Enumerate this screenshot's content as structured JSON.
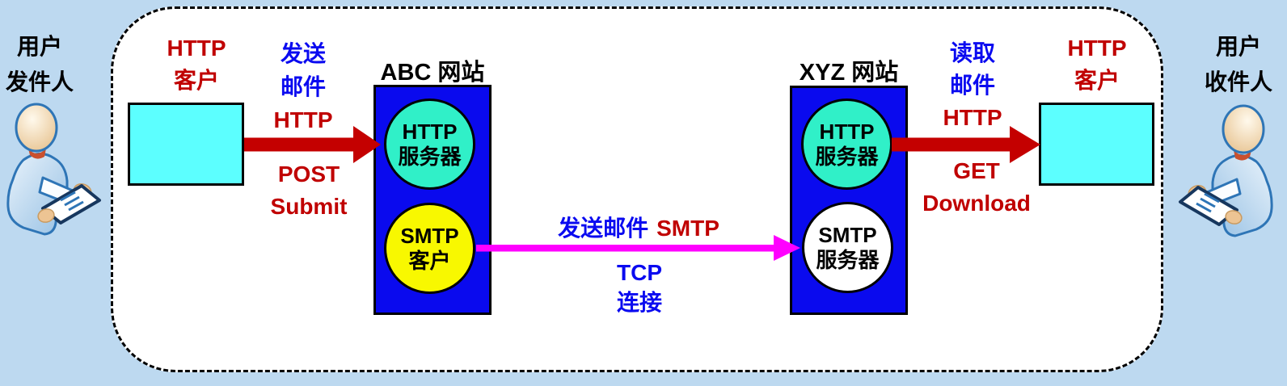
{
  "colors": {
    "page_bg": "#BDD9F0",
    "panel_bg": "#FFFFFF",
    "outline": "#000000",
    "client_box": "#5CFFFF",
    "site_box": "#0A0AEE",
    "http_server_circle": "#30F0C8",
    "smtp_client_circle": "#F8F800",
    "smtp_server_circle": "#FFFFFF",
    "red_arrow": "#C40000",
    "magenta_arrow": "#FF00FF",
    "red_text": "#C00000",
    "blue_text": "#0A0AF0",
    "black_text": "#000000"
  },
  "sender": {
    "line1": "用户",
    "line2": "发件人"
  },
  "receiver": {
    "line1": "用户",
    "line2": "收件人"
  },
  "sender_client": {
    "line1": "HTTP",
    "line2": "客户"
  },
  "receiver_client": {
    "line1": "HTTP",
    "line2": "客户"
  },
  "abc_site": {
    "title": "ABC 网站",
    "http_server": {
      "line1": "HTTP",
      "line2": "服务器"
    },
    "smtp_client": {
      "line1": "SMTP",
      "line2": "客户"
    }
  },
  "xyz_site": {
    "title": "XYZ 网站",
    "http_server": {
      "line1": "HTTP",
      "line2": "服务器"
    },
    "smtp_server": {
      "line1": "SMTP",
      "line2": "服务器"
    }
  },
  "send_arrow": {
    "label_line1": "发送",
    "label_line2": "邮件",
    "label_line3": "HTTP",
    "method_line1": "POST",
    "method_line2": "Submit"
  },
  "smtp_arrow": {
    "label_blue": "发送邮件",
    "label_red": "SMTP",
    "sub_line1": "TCP",
    "sub_line2": "连接"
  },
  "read_arrow": {
    "label_line1": "读取",
    "label_line2": "邮件",
    "label_line3": "HTTP",
    "method_line1": "GET",
    "method_line2": "Download"
  }
}
